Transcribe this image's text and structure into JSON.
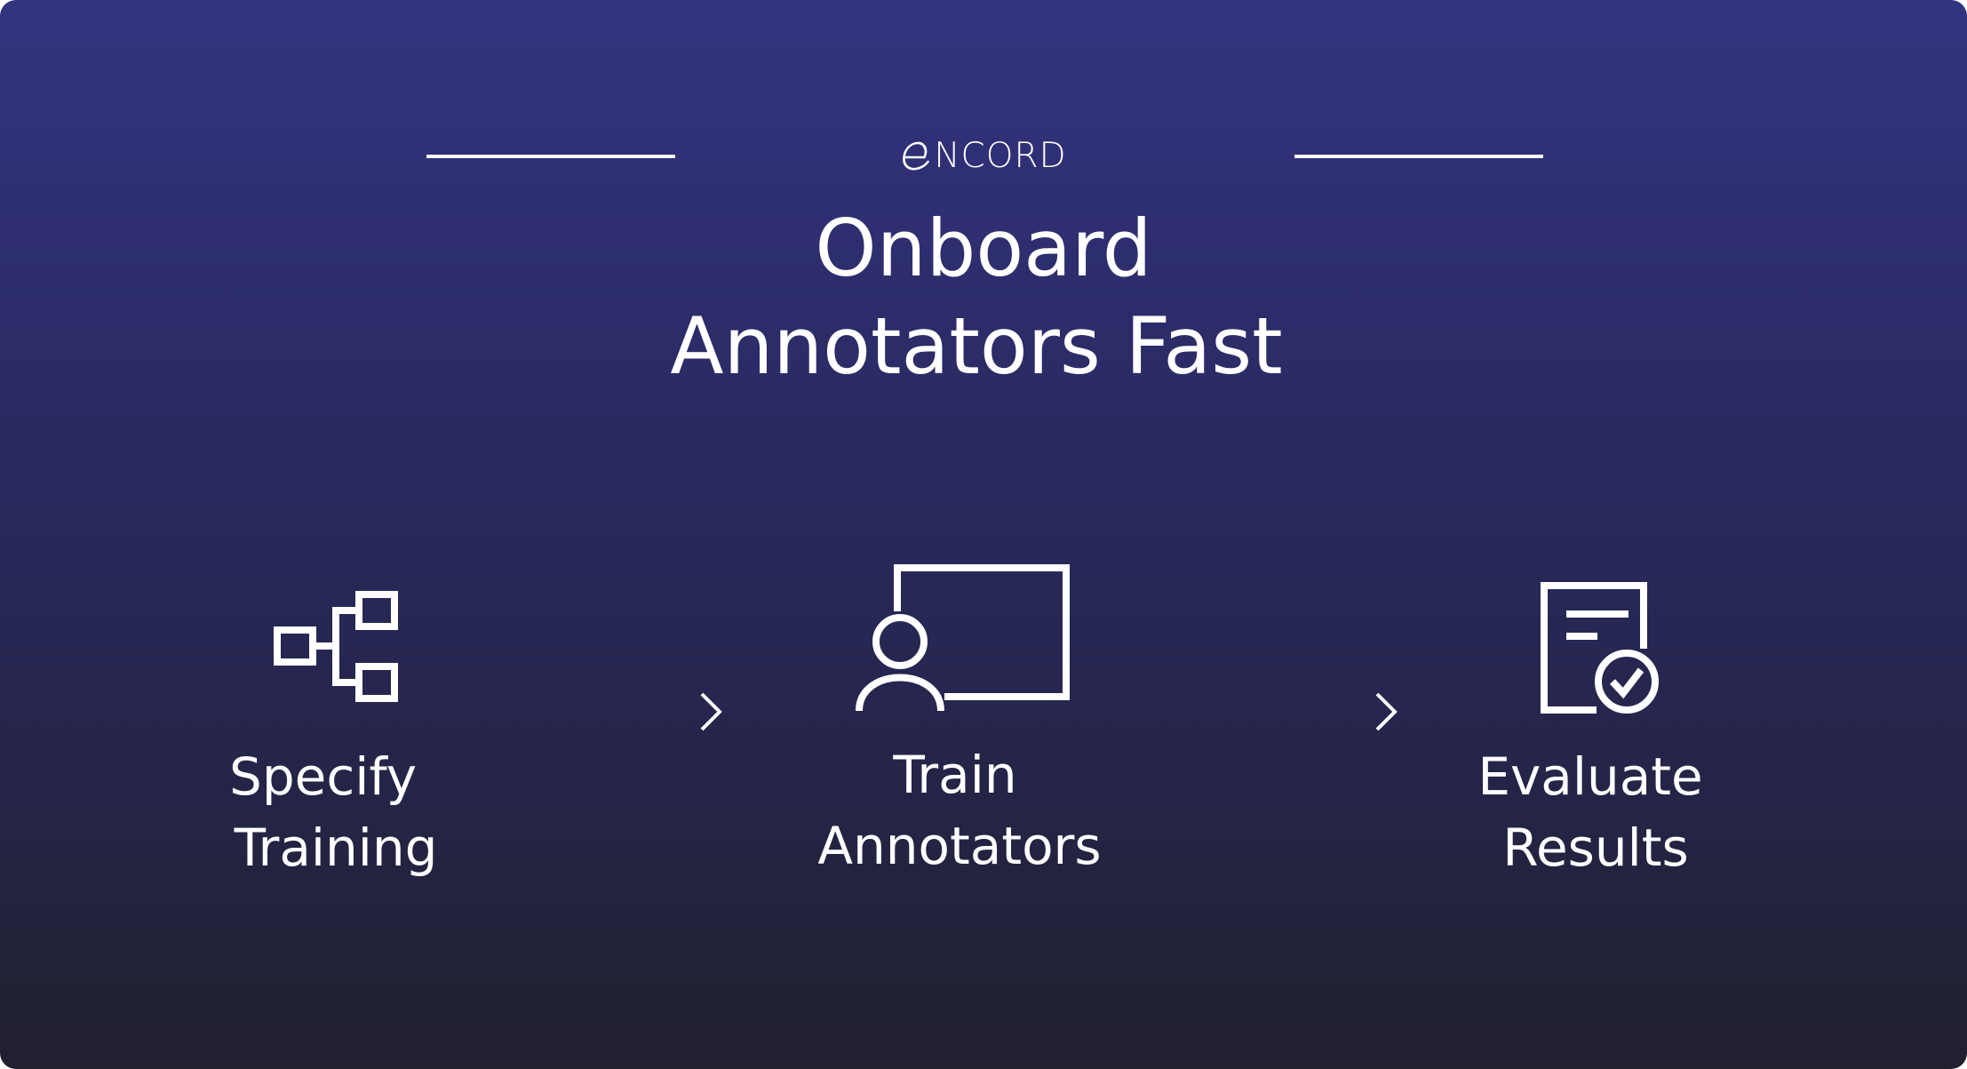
{
  "brand": {
    "logo_text": "NCORD",
    "logo_full": "ENCORD"
  },
  "title": {
    "line1": "Onboard",
    "line2": "Annotators Fast"
  },
  "steps": [
    {
      "line1": "Specify",
      "line2": "Training",
      "icon": "hierarchy-icon"
    },
    {
      "line1": "Train",
      "line2": "Annotators",
      "icon": "presenter-icon"
    },
    {
      "line1": "Evaluate",
      "line2": "Results",
      "icon": "document-check-icon"
    }
  ],
  "colors": {
    "background_top": "#323480",
    "background_bottom": "#20202f",
    "foreground": "#ffffff"
  }
}
